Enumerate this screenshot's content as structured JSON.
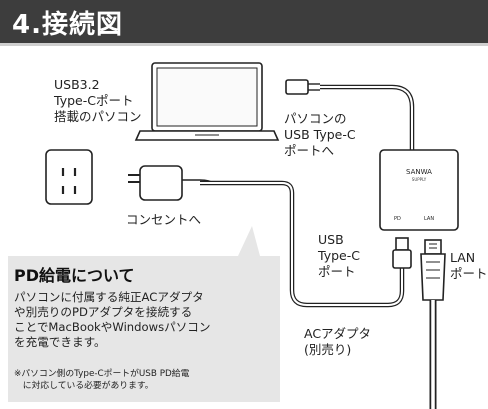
{
  "header": {
    "title": "4.接続図"
  },
  "labels": {
    "laptop": "USB3.2\nType-Cポート\n搭載のパソコン",
    "pc_port": "パソコンの\nUSB Type-C\nポートへ",
    "outlet": "コンセントへ",
    "usbc_port": "USB\nType-C\nポート",
    "lan_port": "LAN\nポート",
    "ac_adapter": "ACアダプタ\n(別売り)",
    "brand": "SANWA",
    "brand_sub": "SUPPLY",
    "hub_pd": "PD",
    "hub_lan": "LAN"
  },
  "callout": {
    "title": "PD給電について",
    "body": "パソコンに付属する純正ACアダプタ\nや別売りのPDアダプタを接続する\nことでMacBookやWindowsパソコン\nを充電できます。",
    "note": "※パソコン側のType-CポートがUSB PD給電\n　に対応している必要があります。"
  },
  "icons": [
    "laptop-icon",
    "wall-outlet-icon",
    "ac-adapter-icon",
    "usb-c-plug-icon",
    "hub-adapter-icon",
    "lan-plug-icon"
  ],
  "colors": {
    "header_bg": "#3d3d3d",
    "callout_bg": "#e6e6e6",
    "line": "#222222"
  }
}
